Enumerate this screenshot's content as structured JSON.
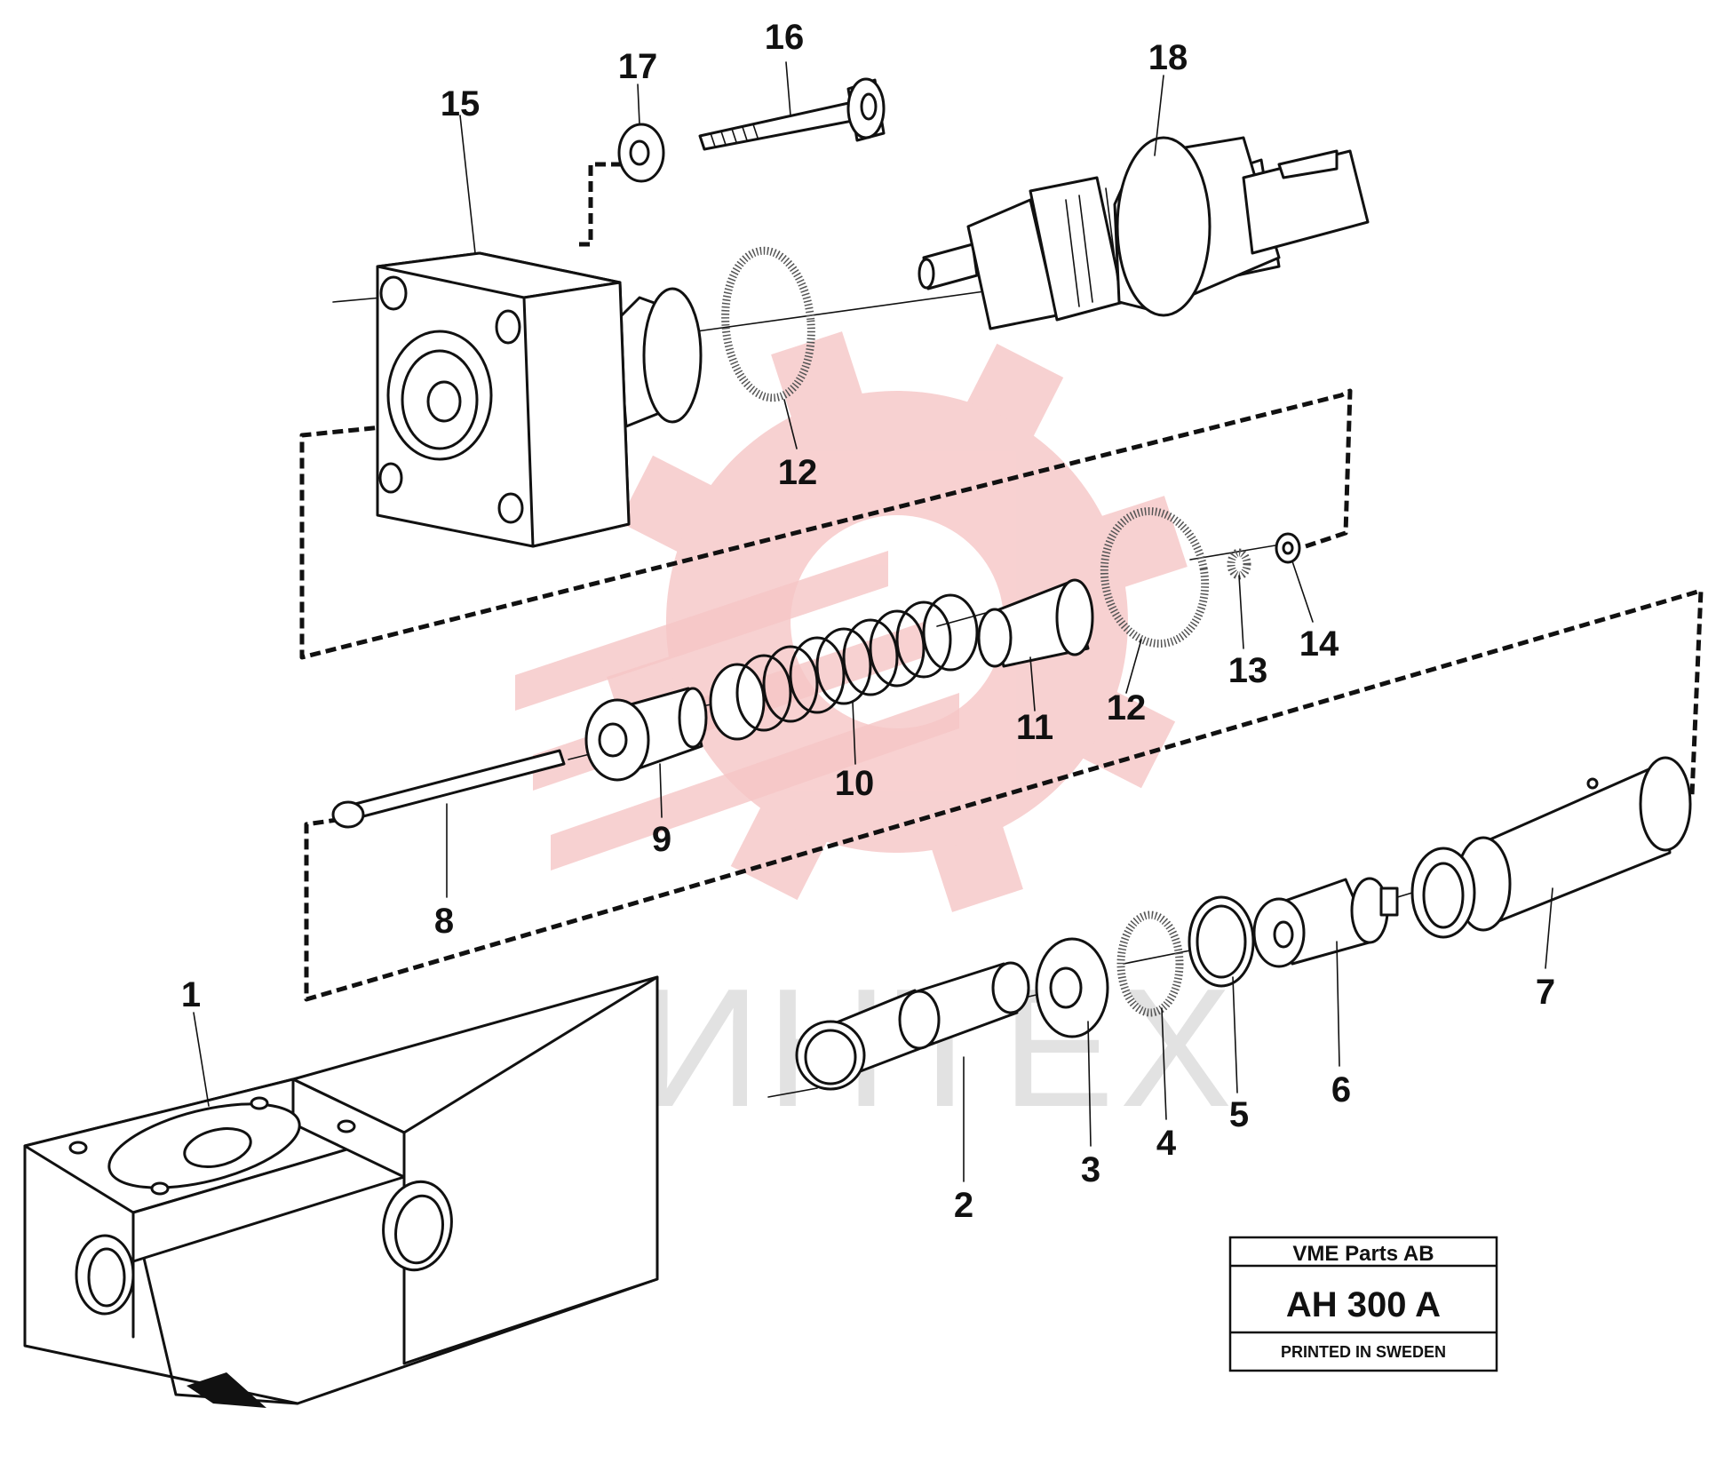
{
  "watermark": {
    "text": "ИНТЕХ",
    "gear_color": "#f6c6c6",
    "text_color": "#e2e2e2"
  },
  "callouts": [
    "1",
    "2",
    "3",
    "4",
    "5",
    "6",
    "7",
    "8",
    "9",
    "10",
    "11",
    "12",
    "12",
    "13",
    "14",
    "15",
    "16",
    "17",
    "18"
  ],
  "stamp": {
    "company": "VME Parts AB",
    "code": "AH 300 A",
    "note": "PRINTED IN SWEDEN"
  }
}
